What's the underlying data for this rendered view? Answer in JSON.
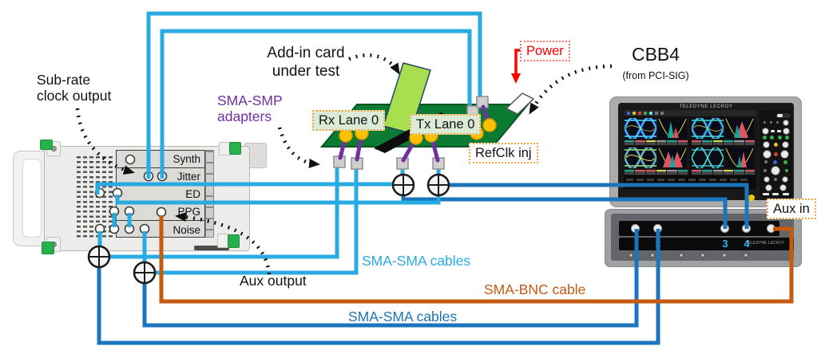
{
  "bert": {
    "modules": [
      "Synth",
      "Jitter",
      "ED",
      "PPG",
      "Noise"
    ]
  },
  "annotations": {
    "sub_rate_clock": "Sub-rate\nclock output",
    "sma_smp": "SMA-SMP\nadapters",
    "add_in_card": "Add-in card\nunder test",
    "power": "Power",
    "cbb4": "CBB4",
    "cbb4_source": "(from PCI-SIG)",
    "rx_lane": "Rx Lane 0",
    "tx_lane": "Tx Lane 0",
    "refclk": "RefClk inj",
    "aux_in": "Aux in",
    "aux_output": "Aux output",
    "cables_light": "SMA-SMA cables",
    "cable_bnc": "SMA-BNC cable",
    "cables_dark": "SMA-SMA cables"
  },
  "scope": {
    "brand": "TELEDYNE LECROY",
    "module_brand": "TELEDYNE LECROY",
    "channel_labels": [
      "2",
      "3",
      "4"
    ]
  },
  "colors": {
    "cable_light": "#29ABE2",
    "cable_dark": "#1B75BC",
    "cable_orange": "#C55A11",
    "adapter_purple": "#7030A0",
    "pcb_green": "#0B7A33",
    "card_green": "#A8DF4E",
    "power_red": "#FF0000",
    "connector_gold": "#FFC000",
    "dash_orange": "#F2A33C",
    "channel_cyan": "#29B6E8"
  }
}
